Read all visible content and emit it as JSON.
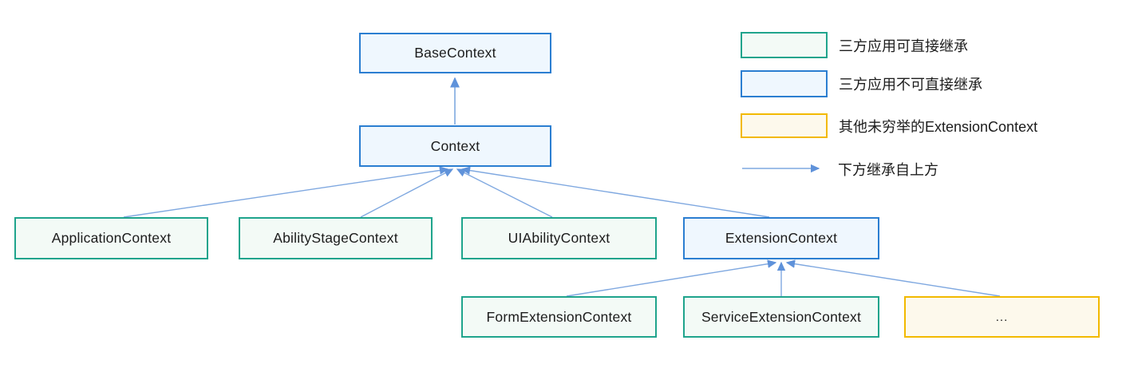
{
  "diagram": {
    "nodes": [
      {
        "id": "base-context",
        "label": "BaseContext",
        "type": "not-inheritable"
      },
      {
        "id": "context",
        "label": "Context",
        "type": "not-inheritable"
      },
      {
        "id": "application-context",
        "label": "ApplicationContext",
        "type": "inheritable"
      },
      {
        "id": "ability-stage-context",
        "label": "AbilityStageContext",
        "type": "inheritable"
      },
      {
        "id": "uiability-context",
        "label": "UIAbilityContext",
        "type": "inheritable"
      },
      {
        "id": "extension-context",
        "label": "ExtensionContext",
        "type": "not-inheritable"
      },
      {
        "id": "form-extension-context",
        "label": "FormExtensionContext",
        "type": "inheritable"
      },
      {
        "id": "service-extension-context",
        "label": "ServiceExtensionContext",
        "type": "inheritable"
      },
      {
        "id": "other-extension-contexts",
        "label": "...",
        "type": "other"
      }
    ],
    "edges": [
      {
        "from": "context",
        "to": "base-context"
      },
      {
        "from": "application-context",
        "to": "context"
      },
      {
        "from": "ability-stage-context",
        "to": "context"
      },
      {
        "from": "uiability-context",
        "to": "context"
      },
      {
        "from": "extension-context",
        "to": "context"
      },
      {
        "from": "form-extension-context",
        "to": "extension-context"
      },
      {
        "from": "service-extension-context",
        "to": "extension-context"
      },
      {
        "from": "other-extension-contexts",
        "to": "extension-context"
      }
    ]
  },
  "legend": {
    "items": [
      {
        "swatch": "inheritable",
        "label": "三方应用可直接继承"
      },
      {
        "swatch": "not-inheritable",
        "label": "三方应用不可直接继承"
      },
      {
        "swatch": "other",
        "label": "其他未穷举的ExtensionContext"
      },
      {
        "swatch": "arrow",
        "label": "下方继承自上方"
      }
    ]
  },
  "colors": {
    "inheritable_border": "#1FA48C",
    "inheritable_fill": "#F3FAF6",
    "not_inheritable_border": "#2B7ED1",
    "not_inheritable_fill": "#EFF7FE",
    "other_border": "#F2B900",
    "other_fill": "#FDF9EC",
    "edge_line": "#7FA8E0",
    "edge_arrow": "#5F92DA",
    "text": "#1C1C1C"
  }
}
